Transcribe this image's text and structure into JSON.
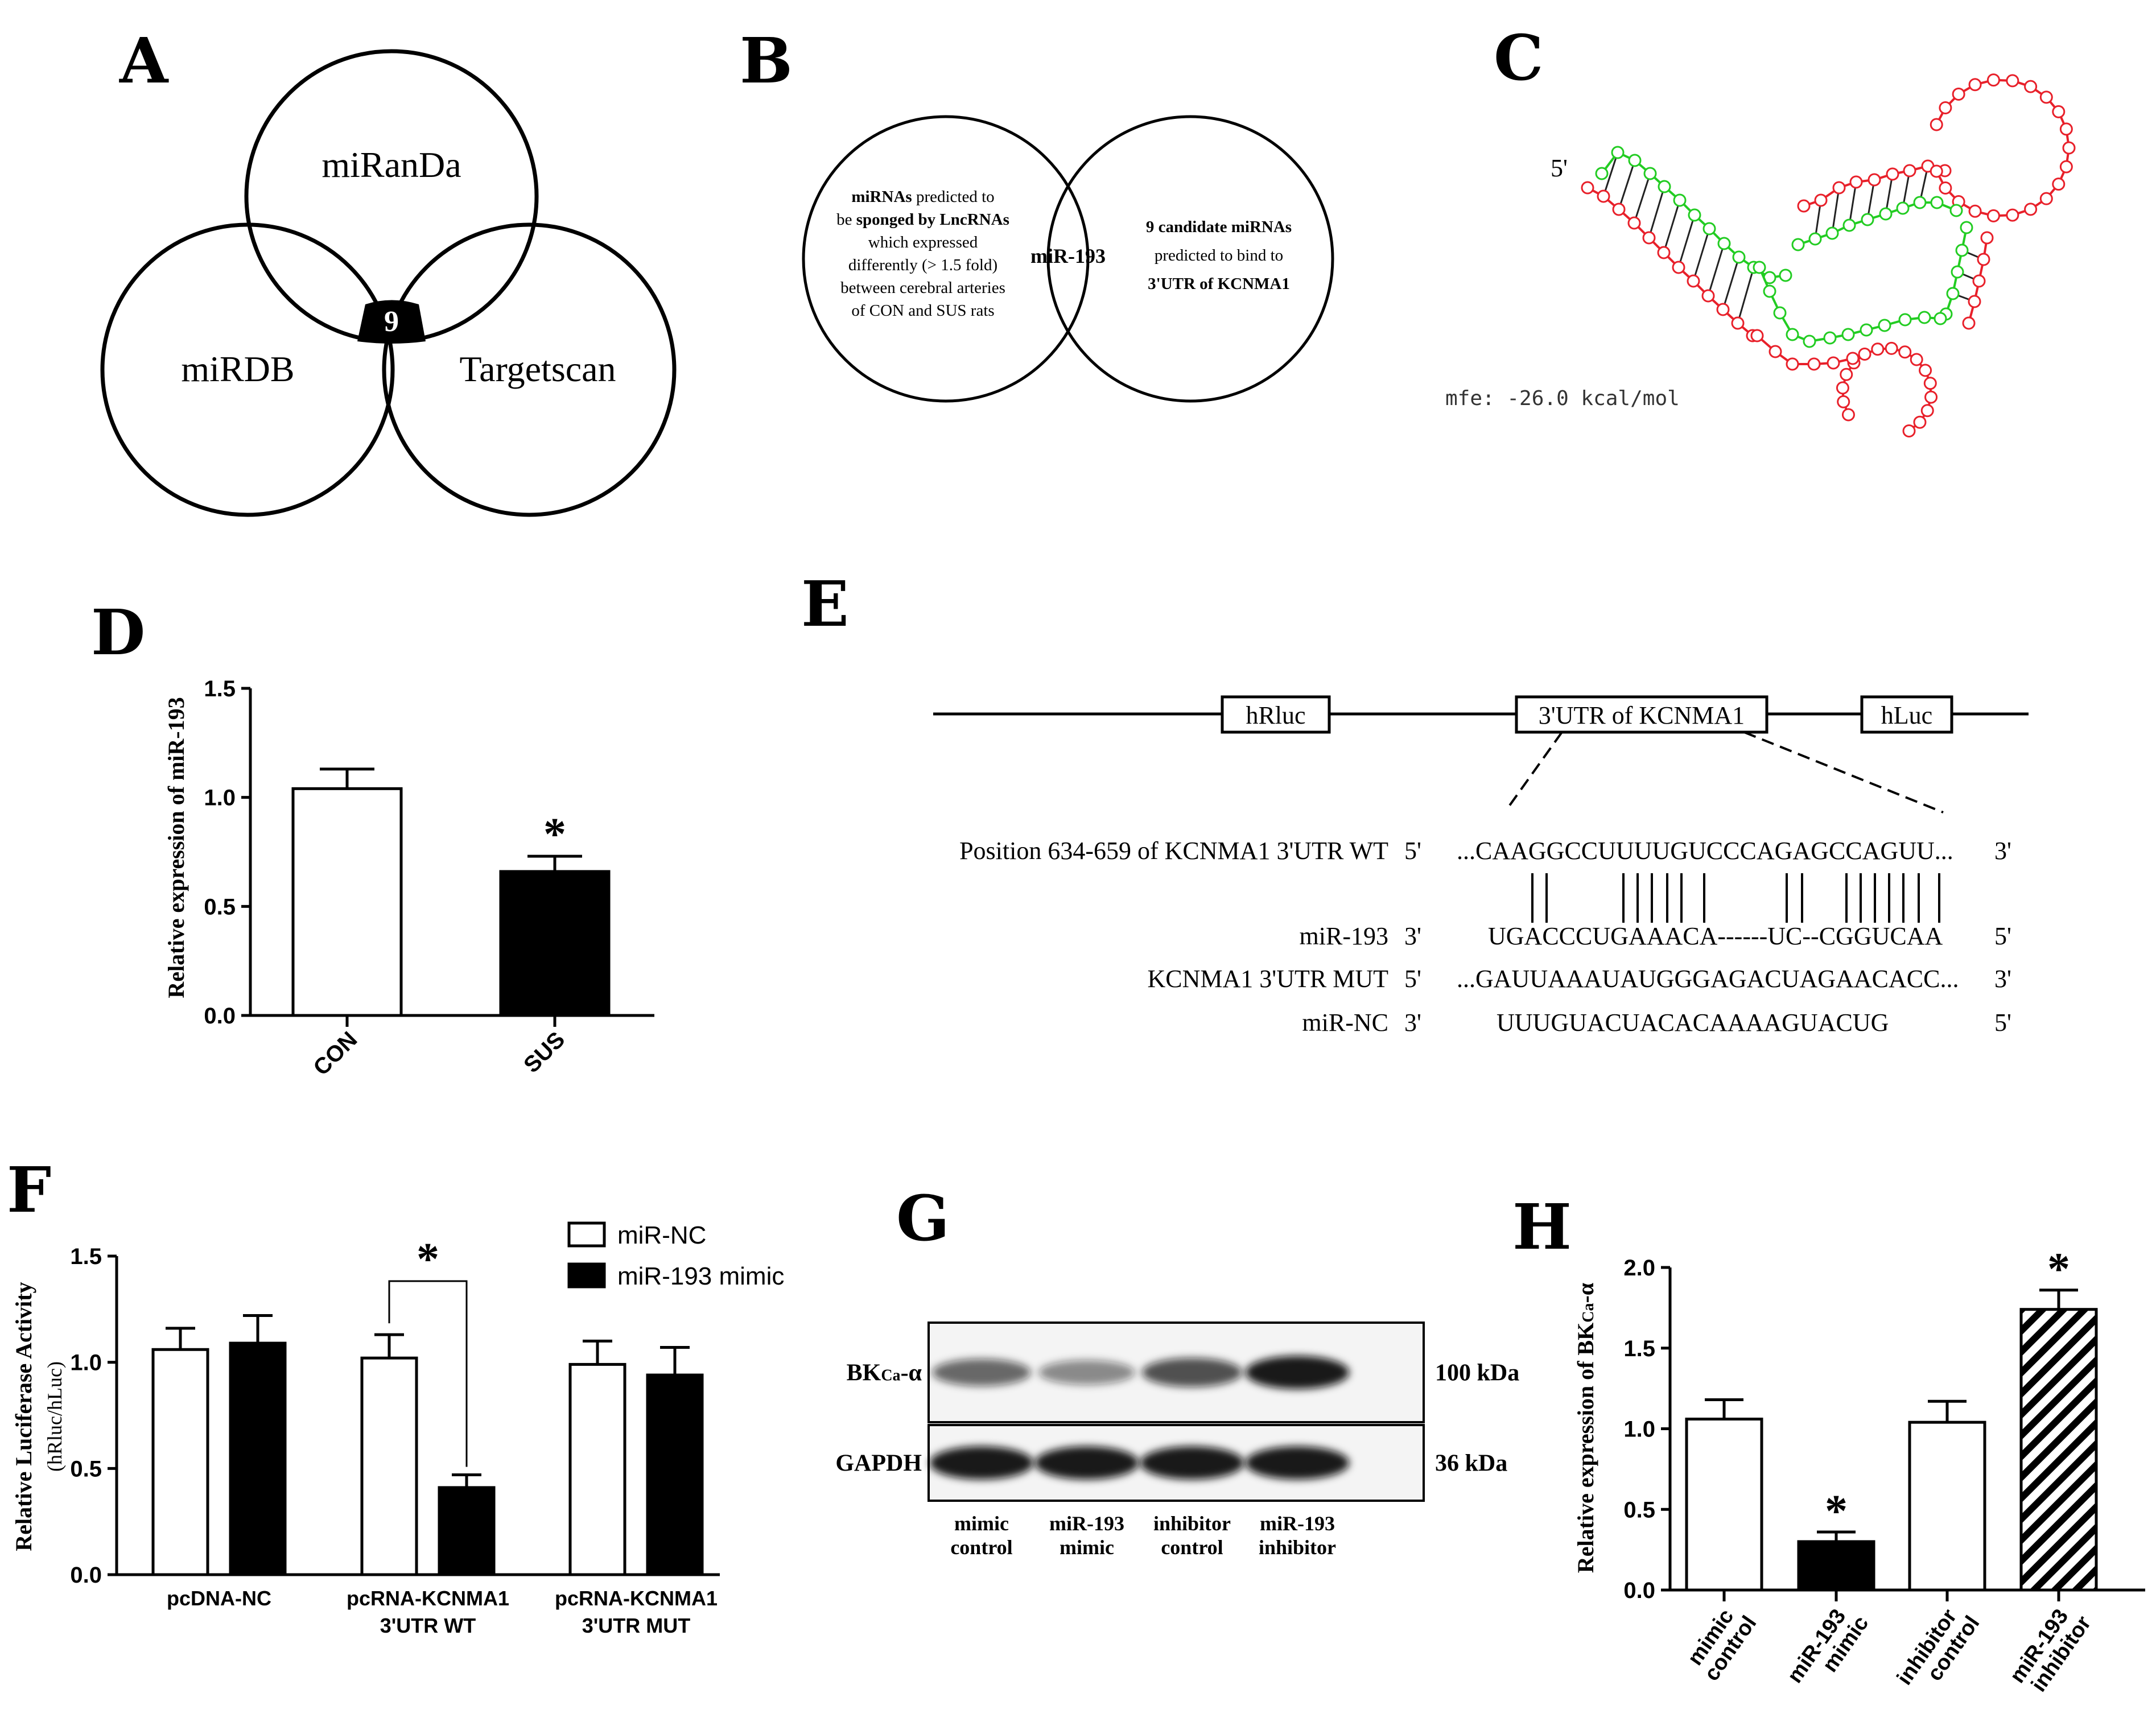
{
  "panels": {
    "A": {
      "label": "A",
      "circles": [
        "miRanDa",
        "miRDB",
        "Targetscan"
      ],
      "intersection": "9"
    },
    "B": {
      "label": "B",
      "left_lines": [
        [
          {
            "t": "miRNAs",
            "b": true
          },
          {
            "t": " predicted to",
            "b": false
          }
        ],
        [
          {
            "t": "be ",
            "b": false
          },
          {
            "t": "sponged by LncRNAs",
            "b": true
          }
        ],
        [
          {
            "t": "which expressed",
            "b": false
          }
        ],
        [
          {
            "t": "differently (> 1.5 fold)",
            "b": false
          }
        ],
        [
          {
            "t": "between cerebral arteries",
            "b": false
          }
        ],
        [
          {
            "t": "of CON and SUS rats",
            "b": false
          }
        ]
      ],
      "center": "miR-193",
      "right_lines": [
        [
          {
            "t": "9 candidate miRNAs",
            "b": true
          }
        ],
        [
          {
            "t": "predicted to bind to",
            "b": false
          }
        ],
        [
          {
            "t": "3'UTR of KCNMA1",
            "b": true
          }
        ]
      ]
    },
    "C": {
      "label": "C",
      "five_prime": "5'",
      "mfe": "mfe: -26.0 kcal/mol",
      "colors": {
        "target": "#e8202a",
        "mirna": "#22cc22",
        "bond": "#222222"
      }
    },
    "E": {
      "label": "E",
      "boxes": [
        "hRluc",
        "3'UTR of KCNMA1",
        "hLuc"
      ],
      "rows": [
        {
          "label": "Position 634-659 of KCNMA1 3'UTR WT",
          "end_l": "5'",
          "seq": "...CAAGGCCUUUUGUCCCAGAGCCAGUU...",
          "end_r": "3'"
        },
        {
          "label": "miR-193",
          "end_l": "3'",
          "seq": "UGACCCUGAAACA------UC--CGGUCAA",
          "end_r": "5'"
        },
        {
          "label": "KCNMA1 3'UTR MUT",
          "end_l": "5'",
          "seq": "...GAUUAAAUAUGGGAGACUAGAACACC...",
          "end_r": "3'"
        },
        {
          "label": "miR-NC",
          "end_l": "3'",
          "seq": "UUUGUACUACACAAAAGUACUG",
          "end_r": "5'"
        }
      ]
    },
    "G": {
      "label": "G",
      "blot_rows": [
        {
          "name_main": "BK",
          "name_sub": "Ca",
          "name_suffix": "-α",
          "size": "100 kDa",
          "intensities": [
            0.62,
            0.48,
            0.72,
            0.95
          ]
        },
        {
          "name_main": "GAPDH",
          "name_sub": "",
          "name_suffix": "",
          "size": "36 kDa",
          "intensities": [
            0.95,
            0.95,
            0.95,
            0.95
          ]
        }
      ],
      "lanes": [
        [
          "mimic",
          "control"
        ],
        [
          "miR-193",
          "mimic"
        ],
        [
          "inhibitor",
          "control"
        ],
        [
          "miR-193",
          "inhibitor"
        ]
      ]
    }
  },
  "chart_data": [
    {
      "panel": "D",
      "label": "D",
      "type": "bar",
      "categories": [
        "CON",
        "SUS"
      ],
      "values": [
        1.04,
        0.66
      ],
      "errors": [
        0.09,
        0.07
      ],
      "fills": [
        "white",
        "black"
      ],
      "significance": [
        "",
        "*"
      ],
      "ylabel": "Relative expression of miR-193",
      "ylim": [
        0,
        1.5
      ],
      "yticks": [
        "0.0",
        "0.5",
        "1.0",
        "1.5"
      ]
    },
    {
      "panel": "F",
      "label": "F",
      "type": "bar",
      "categories": [
        [
          "pcDNA-NC"
        ],
        [
          "pcRNA-KCNMA1",
          "3'UTR WT"
        ],
        [
          "pcRNA-KCNMA1",
          "3'UTR MUT"
        ]
      ],
      "series": [
        {
          "name": "miR-NC",
          "values": [
            1.06,
            1.02,
            0.99
          ],
          "errors": [
            0.1,
            0.11,
            0.11
          ],
          "fill": "white"
        },
        {
          "name": "miR-193 mimic",
          "values": [
            1.09,
            0.41,
            0.94
          ],
          "errors": [
            0.13,
            0.06,
            0.13
          ],
          "fill": "black"
        }
      ],
      "significance": {
        "text": "*",
        "group": 1
      },
      "ylabel": "Relative Luciferase Activity",
      "ylabel2": "(hRluc/hLuc)",
      "ylim": [
        0,
        1.5
      ],
      "yticks": [
        "0.0",
        "0.5",
        "1.0",
        "1.5"
      ],
      "legend": "top-right"
    },
    {
      "panel": "H",
      "label": "H",
      "type": "bar",
      "categories": [
        [
          "mimic",
          "control"
        ],
        [
          "miR-193",
          "mimic"
        ],
        [
          "inhibitor",
          "control"
        ],
        [
          "miR-193",
          "inhibitor"
        ]
      ],
      "values": [
        1.06,
        0.3,
        1.04,
        1.74
      ],
      "errors": [
        0.12,
        0.06,
        0.13,
        0.12
      ],
      "fills": [
        "white",
        "black",
        "white",
        "hatch"
      ],
      "significance": [
        "",
        "*",
        "",
        "*"
      ],
      "ylabel_main": "Relative expression of BK",
      "ylabel_sub": "Ca",
      "ylabel_suffix": "-α",
      "ylim": [
        0,
        2.0
      ],
      "yticks": [
        "0.0",
        "0.5",
        "1.0",
        "1.5",
        "2.0"
      ]
    }
  ]
}
